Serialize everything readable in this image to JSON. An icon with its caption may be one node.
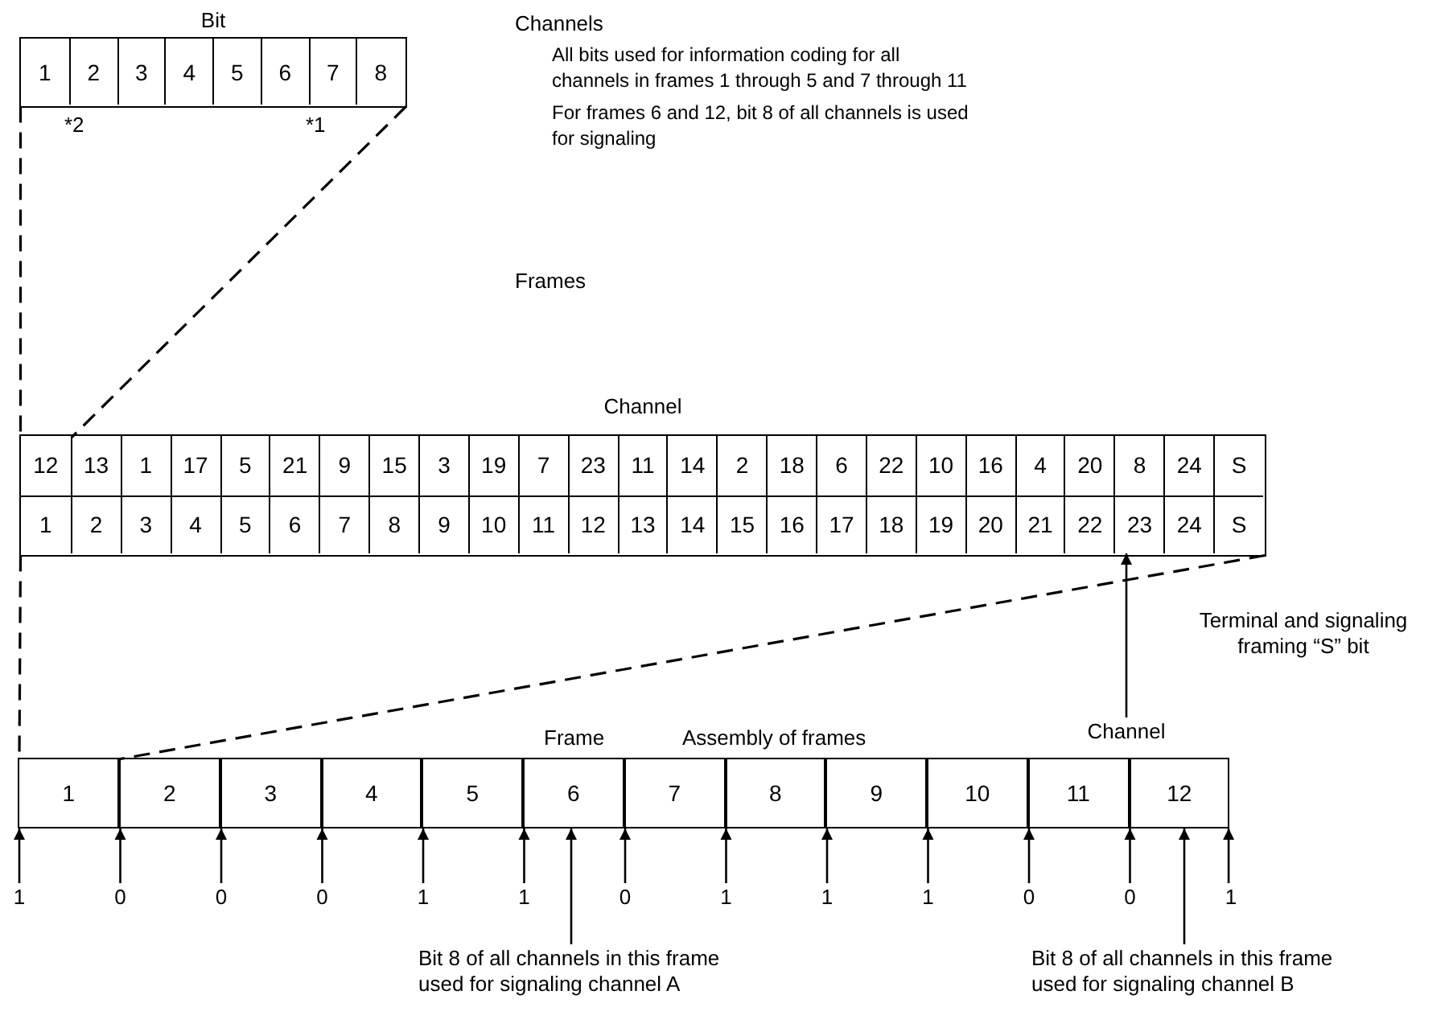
{
  "diagram": {
    "nodes": [
      {
        "text": [
          "Bit"
        ]
      },
      {
        "text": [
          "1"
        ],
        "in": 0
      },
      {
        "text": [
          "2"
        ],
        "in": 0
      },
      {
        "text": [
          "3"
        ],
        "in": 0
      },
      {
        "text": [
          "4"
        ],
        "in": 0
      },
      {
        "text": [
          "5"
        ],
        "in": 0
      },
      {
        "text": [
          "6"
        ],
        "in": 0
      },
      {
        "text": [
          "7"
        ],
        "in": 0
      },
      {
        "text": [
          "8"
        ],
        "in": 0
      },
      {
        "text": [
          "Channel"
        ]
      },
      {
        "text": [
          "12"
        ],
        "in": 9
      },
      {
        "text": [
          "13"
        ],
        "in": 9
      },
      {
        "text": [
          "1"
        ],
        "in": 9
      },
      {
        "text": [
          "17"
        ],
        "in": 9
      },
      {
        "text": [
          "5"
        ],
        "in": 9
      },
      {
        "text": [
          "21"
        ],
        "in": 9
      },
      {
        "text": [
          "9"
        ],
        "in": 9
      },
      {
        "text": [
          "15"
        ],
        "in": 9
      },
      {
        "text": [
          "3"
        ],
        "in": 9
      },
      {
        "text": [
          "19"
        ],
        "in": 9
      },
      {
        "text": [
          "7"
        ],
        "in": 9
      },
      {
        "text": [
          "23"
        ],
        "in": 9
      },
      {
        "text": [
          "11"
        ],
        "in": 9
      },
      {
        "text": [
          "14"
        ],
        "in": 9
      },
      {
        "text": [
          "2"
        ],
        "in": 9
      },
      {
        "text": [
          "18"
        ],
        "in": 9
      },
      {
        "text": [
          "6"
        ],
        "in": 9
      },
      {
        "text": [
          "22"
        ],
        "in": 9
      },
      {
        "text": [
          "10"
        ],
        "in": 9
      },
      {
        "text": [
          "16"
        ],
        "in": 9
      },
      {
        "text": [
          "4"
        ],
        "in": 9
      },
      {
        "text": [
          "20"
        ],
        "in": 9
      },
      {
        "text": [
          "8"
        ],
        "in": 9
      },
      {
        "text": [
          "24"
        ],
        "in": 9
      },
      {
        "text": [
          "S"
        ],
        "in": 9
      },
      {
        "text": [
          "1"
        ],
        "in": 9
      },
      {
        "text": [
          "2"
        ],
        "in": 9
      },
      {
        "text": [
          "3"
        ],
        "in": 9
      },
      {
        "text": [
          "4"
        ],
        "in": 9
      },
      {
        "text": [
          "5"
        ],
        "in": 9
      },
      {
        "text": [
          "6"
        ],
        "in": 9
      },
      {
        "text": [
          "7"
        ],
        "in": 9
      },
      {
        "text": [
          "8"
        ],
        "in": 9
      },
      {
        "text": [
          "9"
        ],
        "in": 9
      },
      {
        "text": [
          "10"
        ],
        "in": 9
      },
      {
        "text": [
          "11"
        ],
        "in": 9
      },
      {
        "text": [
          "12"
        ],
        "in": 9
      },
      {
        "text": [
          "13"
        ],
        "in": 9
      },
      {
        "text": [
          "14"
        ],
        "in": 9
      },
      {
        "text": [
          "15"
        ],
        "in": 9
      },
      {
        "text": [
          "16"
        ],
        "in": 9
      },
      {
        "text": [
          "17"
        ],
        "in": 9
      },
      {
        "text": [
          "18"
        ],
        "in": 9
      },
      {
        "text": [
          "19"
        ],
        "in": 9
      },
      {
        "text": [
          "20"
        ],
        "in": 9
      },
      {
        "text": [
          "21"
        ],
        "in": 9
      },
      {
        "text": [
          "22"
        ],
        "in": 9
      },
      {
        "text": [
          "23"
        ],
        "in": 9
      },
      {
        "text": [
          "24"
        ],
        "in": 9
      },
      {
        "text": [
          "S"
        ],
        "in": 9
      },
      {
        "text": [
          "Channel"
        ]
      },
      {
        "text": [
          "1"
        ]
      },
      {
        "text": [
          "2"
        ]
      },
      {
        "text": [
          "3"
        ]
      },
      {
        "text": [
          "4"
        ]
      },
      {
        "text": [
          "5"
        ]
      },
      {
        "text": [
          "6"
        ]
      },
      {
        "text": [
          "7"
        ]
      },
      {
        "text": [
          "8"
        ]
      },
      {
        "text": [
          "9"
        ]
      },
      {
        "text": [
          "10"
        ]
      },
      {
        "text": [
          "11"
        ]
      },
      {
        "text": [
          "12"
        ]
      },
      {
        "text": [
          "1"
        ]
      },
      {
        "text": [
          "0"
        ]
      },
      {
        "text": [
          "0"
        ]
      },
      {
        "text": [
          "0"
        ]
      },
      {
        "text": [
          "1"
        ]
      },
      {
        "text": [
          "1"
        ]
      },
      {
        "text": [
          "0"
        ]
      },
      {
        "text": [
          "1"
        ]
      },
      {
        "text": [
          "1"
        ]
      },
      {
        "text": [
          "1"
        ]
      },
      {
        "text": [
          "0"
        ]
      },
      {
        "text": [
          "0"
        ]
      },
      {
        "text": [
          "1"
        ]
      },
      {
        "text": [
          "Bit 8 of all channels in this frame used for signaling channel A"
        ]
      },
      {
        "text": [
          "Bit 8 of all channels in this frame used for signaling channel B"
        ]
      }
    ],
    "edges": [
      {
        "from": 60,
        "to": 57,
        "arrow": "to"
      },
      {
        "from": 73,
        "to": 61,
        "arrow": "to"
      },
      {
        "from": 74,
        "to": 62,
        "arrow": "to"
      },
      {
        "from": 75,
        "to": 63,
        "arrow": "to"
      },
      {
        "from": 76,
        "to": 64,
        "arrow": "to"
      },
      {
        "from": 77,
        "to": 65,
        "arrow": "to"
      },
      {
        "from": 78,
        "to": 66,
        "arrow": "to"
      },
      {
        "from": 79,
        "to": 67,
        "arrow": "to"
      },
      {
        "from": 80,
        "to": 68,
        "arrow": "to"
      },
      {
        "from": 81,
        "to": 69,
        "arrow": "to"
      },
      {
        "from": 82,
        "to": 70,
        "arrow": "to"
      },
      {
        "from": 83,
        "to": 71,
        "arrow": "to"
      },
      {
        "from": 84,
        "to": 72,
        "arrow": "to"
      },
      {
        "from": 85,
        "to": 72,
        "arrow": "to"
      },
      {
        "from": 86,
        "to": 66,
        "arrow": "to"
      },
      {
        "from": 87,
        "to": 72,
        "arrow": "to"
      },
      {
        "from": 0,
        "to": 9,
        "arrow": "none",
        "style": "dashed"
      },
      {
        "from": 0,
        "to": 11,
        "arrow": "none",
        "style": "dashed"
      },
      {
        "from": 9,
        "to": 61,
        "arrow": "none",
        "style": "dashed"
      },
      {
        "from": 9,
        "to": 62,
        "arrow": "none",
        "style": "dashed"
      }
    ],
    "labels": [
      "Channels",
      "All bits used for information coding for all channels in frames 1 through 5 and 7 through 11",
      "*2",
      "*1",
      "For frames 6 and 12, bit 8 of all channels is used for signaling",
      "Frames",
      "Terminal and signaling framing “S” bit",
      "Frame",
      "Assembly of frames"
    ]
  }
}
